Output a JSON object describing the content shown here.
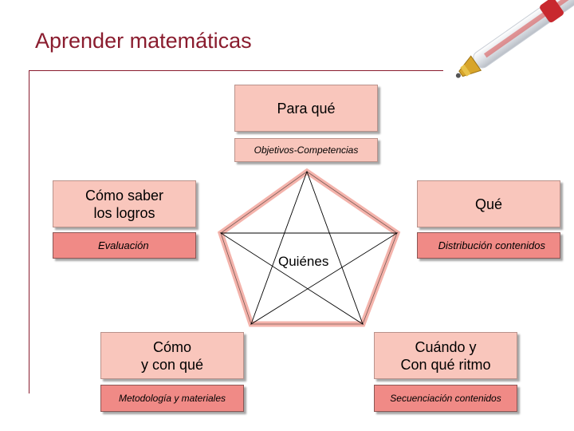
{
  "slide": {
    "title": "Aprender matemáticas"
  },
  "diagram": {
    "center": "Quiénes",
    "top": {
      "title": "Para qué",
      "subtitle": "Objetivos-Competencias"
    },
    "left": {
      "title": "Cómo saber\nlos logros",
      "subtitle": "Evaluación"
    },
    "right": {
      "title": "Qué",
      "subtitle": "Distribución contenidos"
    },
    "bottom_left": {
      "title": "Cómo\ny con qué",
      "subtitle": "Metodología y materiales"
    },
    "bottom_right": {
      "title": "Cuándo y\nCon qué ritmo",
      "subtitle": "Secuenciación contenidos"
    }
  },
  "colors": {
    "title": "#8a1c2e",
    "box_main": "#f9c6bc",
    "box_sub": "#f08a86",
    "pentagon_outline": "#f4b3ab"
  },
  "icons": {
    "decoration": "ballpoint-pen-icon"
  }
}
